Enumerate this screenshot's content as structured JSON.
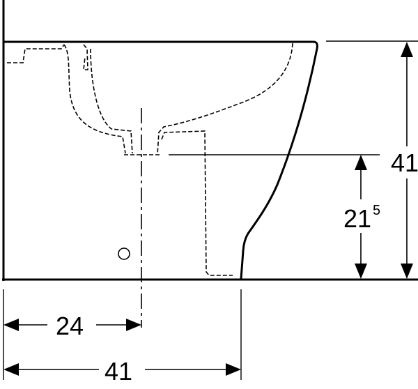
{
  "colors": {
    "line": "#000000",
    "background": "#ffffff"
  },
  "dimensions": {
    "overall_height": {
      "value": "41"
    },
    "outlet_height": {
      "value": "21",
      "superscript": "5"
    },
    "axis_distance": {
      "value": "24"
    },
    "overall_depth": {
      "value": "41"
    }
  }
}
